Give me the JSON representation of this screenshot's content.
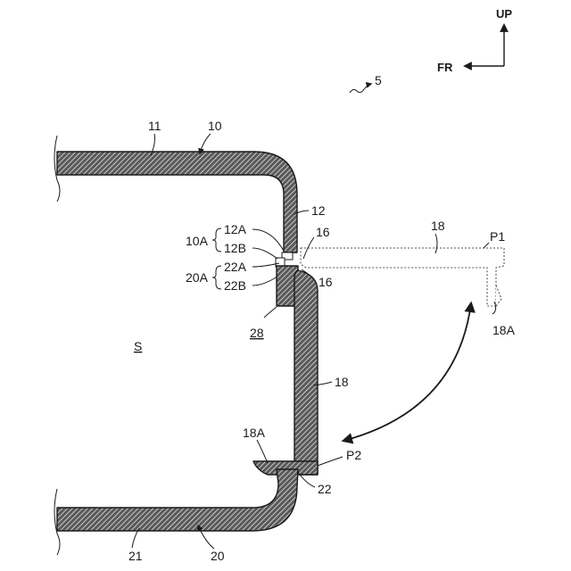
{
  "figure": {
    "axes": {
      "up": "UP",
      "front": "FR"
    },
    "refs": {
      "r5": "5",
      "r10": "10",
      "r11": "11",
      "r12": "12",
      "r10A": "10A",
      "r12A": "12A",
      "r12B": "12B",
      "r16a": "16",
      "r16b": "16",
      "r18a": "18",
      "r18b": "18",
      "rP1": "P1",
      "r18Aa": "18A",
      "r18Ab": "18A",
      "r20A": "20A",
      "r22A": "22A",
      "r22B": "22B",
      "r28": "28",
      "rS": "S",
      "rP2": "P2",
      "r22": "22",
      "r21": "21",
      "r20": "20"
    }
  }
}
